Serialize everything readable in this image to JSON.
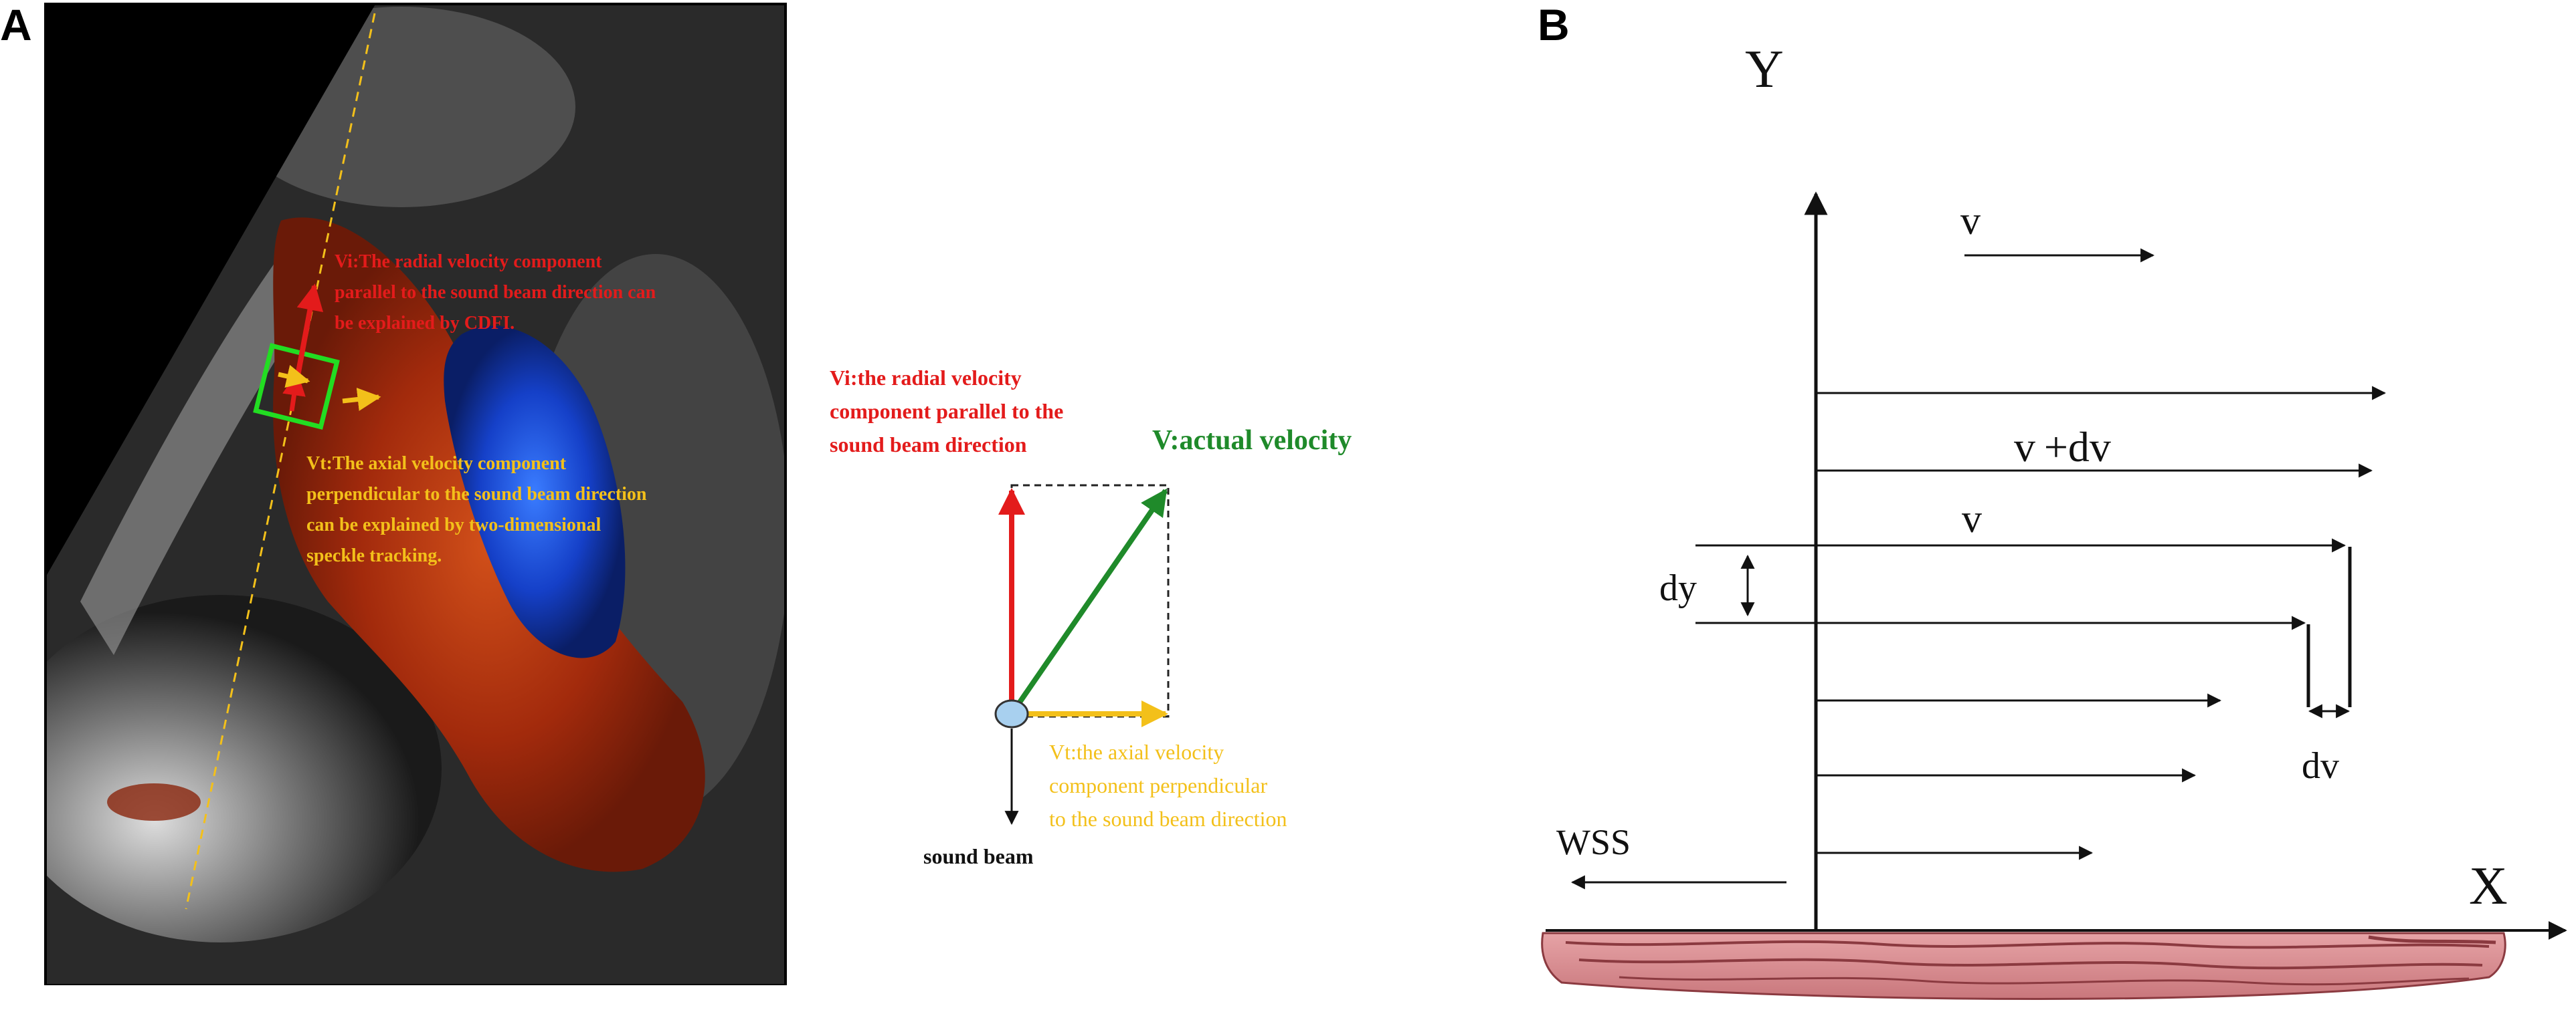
{
  "panel_a": {
    "letter": "A",
    "echo": {
      "radial_lines": [
        "Vi:The radial velocity component",
        "parallel to the sound beam direction can",
        "be explained by CDFI."
      ],
      "axial_lines": [
        "Vt:The axial velocity component",
        "perpendicular to the sound beam direction",
        "can be explained by  two-dimensional",
        "speckle tracking."
      ]
    },
    "vector": {
      "radial_lines": [
        "Vi:the radial velocity",
        "component parallel to the",
        "sound beam direction"
      ],
      "actual": "V:actual velocity",
      "axial_lines": [
        "Vt:the axial velocity",
        "component perpendicular",
        "to the sound beam direction"
      ],
      "beam": "sound beam"
    }
  },
  "panel_b": {
    "letter": "B",
    "y_label": "Y",
    "x_label": "X",
    "v_top": "v",
    "v_plus_dv": "v +dv",
    "v_mid": "v",
    "dy": "dy",
    "dv": "dv",
    "wss": "WSS"
  },
  "colors": {
    "radial": "#e31b1b",
    "axial": "#f3c01a",
    "actual": "#1f8a2a",
    "roi": "#22dd22",
    "tissue": "#d9898d"
  }
}
